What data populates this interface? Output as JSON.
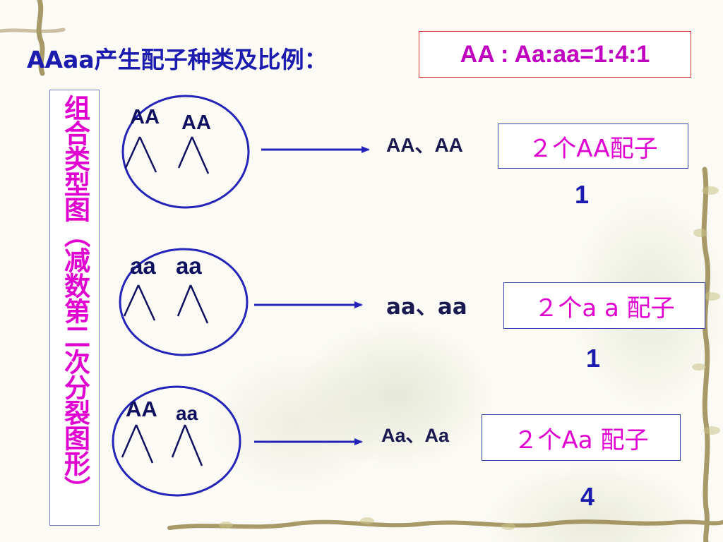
{
  "title": {
    "text": "AAaa产生配子种类及比例：",
    "ratio": "AA : Aa:aa=1:4:1"
  },
  "side_label": "组合类型图（减数第二次分裂图形）",
  "rows": [
    {
      "genes_left": "AA",
      "genes_right": "AA",
      "result": "AA、AA",
      "gamete": "２个AA配子",
      "count": "1"
    },
    {
      "genes_left": "aa",
      "genes_right": "aa",
      "result": "aa、aa",
      "gamete": "２个a a 配子",
      "count": "1"
    },
    {
      "genes_left": "AA",
      "genes_right": "aa",
      "result": "Aa、Aa",
      "gamete": "２个Aa 配子",
      "count": "4"
    }
  ],
  "colors": {
    "title": "#1b1bb0",
    "highlight": "#e000d0",
    "ratio": "#c000c0",
    "ratio_border": "#e03030",
    "circle": "#2424b8",
    "box_border": "#3344a8"
  }
}
